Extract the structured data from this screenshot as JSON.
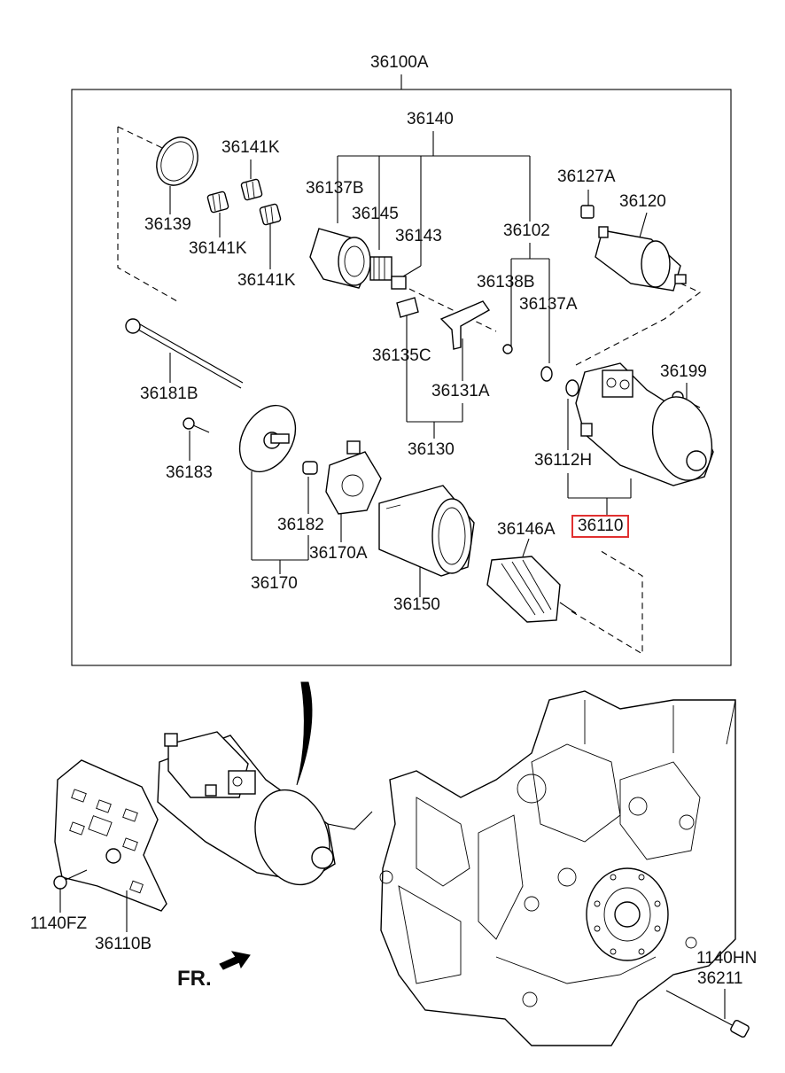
{
  "diagram": {
    "assembly_label": "36100A",
    "labels": {
      "p36140": "36140",
      "p36141K_a": "36141K",
      "p36139": "36139",
      "p36141K_b": "36141K",
      "p36141K_c": "36141K",
      "p36137B": "36137B",
      "p36145": "36145",
      "p36143": "36143",
      "p36102": "36102",
      "p36127A": "36127A",
      "p36120": "36120",
      "p36138B": "36138B",
      "p36137A": "36137A",
      "p36181B": "36181B",
      "p36135C": "36135C",
      "p36131A": "36131A",
      "p36199": "36199",
      "p36183": "36183",
      "p36130": "36130",
      "p36112H": "36112H",
      "p36182": "36182",
      "p36146A": "36146A",
      "p36110": "36110",
      "p36170A": "36170A",
      "p36170": "36170",
      "p36150": "36150",
      "p1140FZ": "1140FZ",
      "p36110B": "36110B",
      "p1140HN": "1140HN",
      "p36211": "36211",
      "front": "FR."
    },
    "highlighted_part": "36110"
  }
}
